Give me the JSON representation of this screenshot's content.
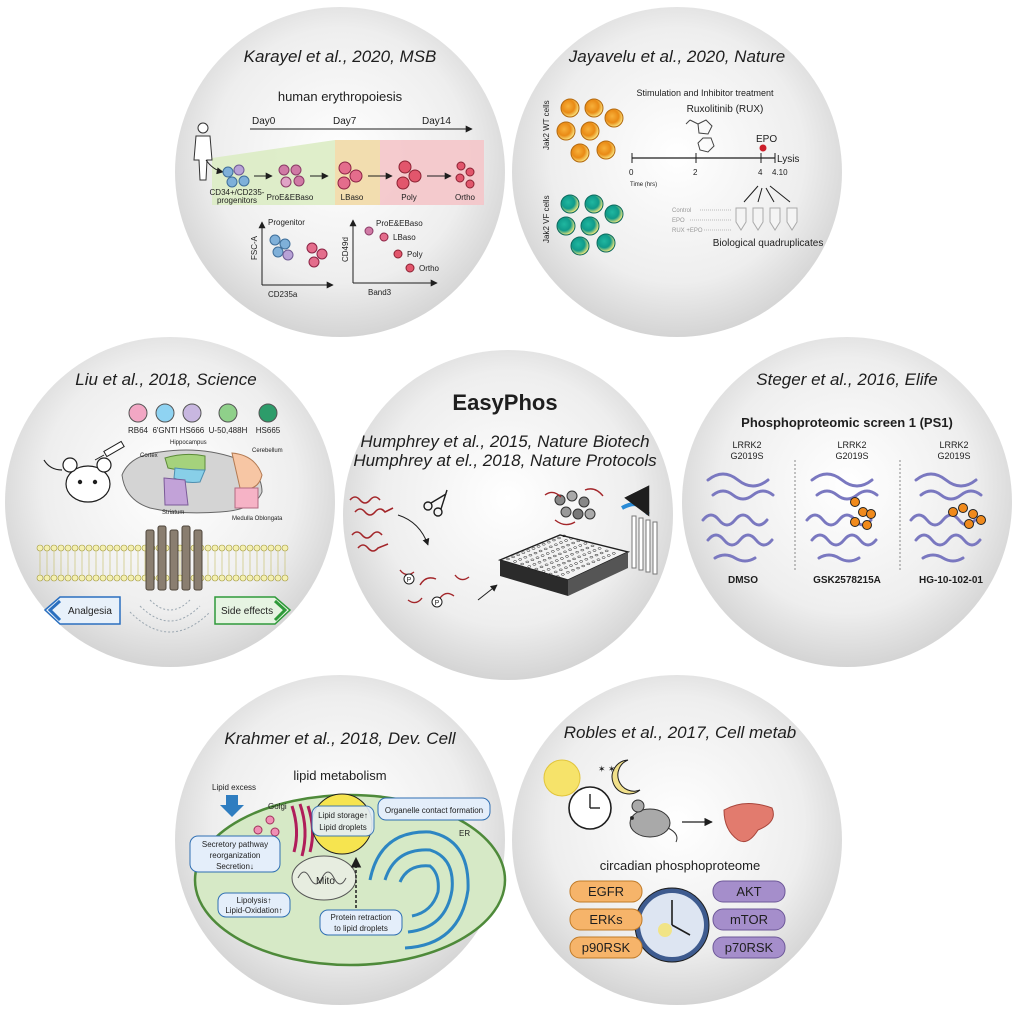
{
  "circles": {
    "karayel": {
      "citation": "Karayel et al., 2020, MSB",
      "title": "human erythropoiesis",
      "days": [
        "Day0",
        "Day7",
        "Day14"
      ],
      "stages": [
        "CD34+/CD235-\nprogenitors",
        "ProE&EBaso",
        "LBaso",
        "Poly",
        "Ortho"
      ],
      "plot_left": {
        "label": "Progenitor",
        "xlabel": "CD235a",
        "ylabel": "FSC-A"
      },
      "plot_right": {
        "labels": [
          "ProE&EBaso",
          "LBaso",
          "Poly",
          "Ortho"
        ],
        "xlabel": "Band3",
        "ylabel": "CD49d"
      }
    },
    "jayavelu": {
      "citation": "Jayavelu et al., 2020, Nature",
      "heading": "Stimulation and Inhibitor treatment",
      "drug": "Ruxolitinib (RUX)",
      "wt_label": "Jak2 WT cells",
      "vf_label": "Jak2 VF cells",
      "epo": "EPO",
      "lysis": "Lysis",
      "ticks": [
        "0",
        "2",
        "4",
        "4.10"
      ],
      "time_label": "Time (hrs)",
      "conditions": [
        "Control",
        "EPO",
        "RUX +EPO"
      ],
      "replicates": "Biological quadruplicates"
    },
    "liu": {
      "citation": "Liu et al., 2018, Science",
      "ligands": [
        {
          "name": "RB64",
          "color": "#f2a7c4"
        },
        {
          "name": "6'GNTI",
          "color": "#8fd3f2"
        },
        {
          "name": "HS666",
          "color": "#c8b7e0"
        },
        {
          "name": "U-50,488H",
          "color": "#8fd08a"
        },
        {
          "name": "HS665",
          "color": "#2d9c6a"
        }
      ],
      "brain_regions": [
        "Hippocampus",
        "Cerebellum",
        "Cortex",
        "Striatum",
        "Medulla Oblongata"
      ],
      "left_arrow": "Analgesia",
      "right_arrow": "Side effects"
    },
    "easyphos": {
      "title": "EasyPhos",
      "citations": [
        "Humphrey et al., 2015, Nature Biotech",
        "Humphrey at el., 2018, Nature Protocols"
      ],
      "p_label": "P"
    },
    "steger": {
      "citation": "Steger et al., 2016, Elife",
      "title": "Phosphoproteomic screen 1 (PS1)",
      "protein_label": [
        "LRRK2",
        "G2019S"
      ],
      "conditions": [
        "DMSO",
        "GSK2578215A",
        "HG-10-102-01"
      ]
    },
    "krahmer": {
      "citation": "Krahmer et al., 2018, Dev. Cell",
      "title": "lipid metabolism",
      "lipid_excess": "Lipid excess",
      "golgi": "Golgi",
      "storage": [
        "Lipid storage↑",
        "Lipid droplets"
      ],
      "contact": "Organelle contact formation",
      "er": "ER",
      "secretory": [
        "Secretory pathway",
        "reorganization",
        "Secretion↓"
      ],
      "mito": "Mito",
      "lipolysis": [
        "Lipolysis↑",
        "Lipid-Oxidation↑"
      ],
      "retraction": [
        "Protein retraction",
        "to lipid droplets"
      ]
    },
    "robles": {
      "citation": "Robles et al., 2017, Cell metab",
      "title": "circadian phosphoproteome",
      "left_kinases": [
        "EGFR",
        "ERKs",
        "p90RSK"
      ],
      "right_kinases": [
        "AKT",
        "mTOR",
        "p70RSK"
      ]
    }
  },
  "colors": {
    "orange_kinase": "#f6b46a",
    "purple_kinase": "#a58ecb",
    "cell_green": "#d9ead0",
    "protein_blue": "#7a78c0",
    "phospho_orange": "#f08a1c",
    "dark_red": "#a3262a"
  }
}
